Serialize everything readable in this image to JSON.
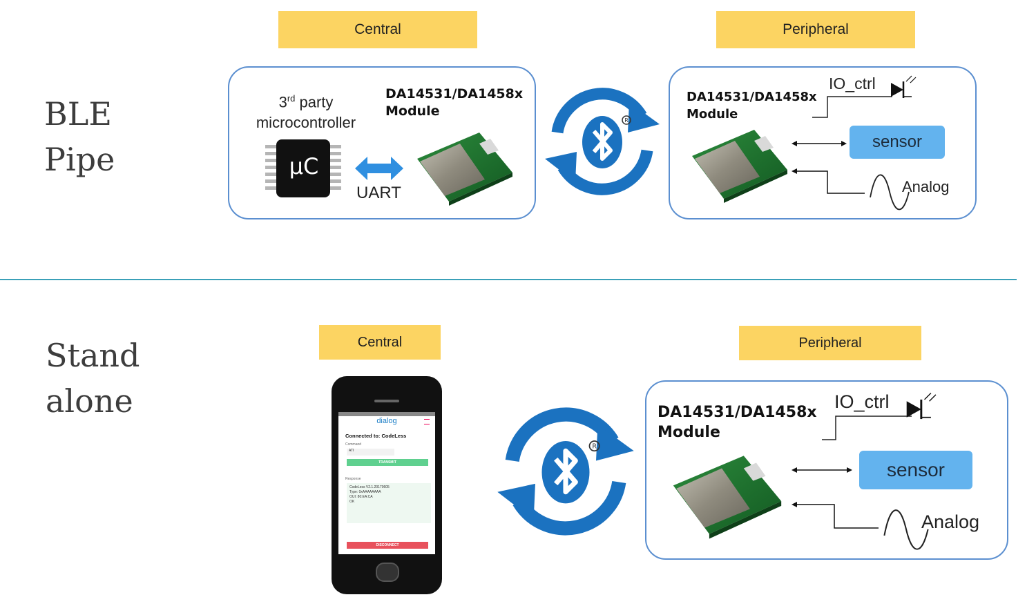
{
  "ble_pipe": {
    "title_line1": "BLE",
    "title_line2": "Pipe",
    "central_tag": "Central",
    "peripheral_tag": "Peripheral",
    "mcu_label_pre": "3",
    "mcu_label_sup": "rd",
    "mcu_label_post": " party",
    "mcu_label_line2": "microcontroller",
    "mcu_chip_text": "µC",
    "uart_label": "UART",
    "central_module_line1": "DA14531/DA1458x",
    "central_module_line2": "Module",
    "peripheral_module_line1": "DA14531/DA1458x",
    "peripheral_module_line2": "Module",
    "io_ctrl": "IO_ctrl",
    "sensor": "sensor",
    "analog": "Analog"
  },
  "standalone": {
    "title_line1": "Stand",
    "title_line2": "alone",
    "central_tag": "Central",
    "peripheral_tag": "Peripheral",
    "module_line1": "DA14531/DA1458x",
    "module_line2": "Module",
    "io_ctrl": "IO_ctrl",
    "sensor": "sensor",
    "analog": "Analog",
    "phone": {
      "brand": "dialog",
      "connected": "Connected to: CodeLess",
      "command_label": "Command",
      "command_value": "ATI",
      "transmit": "TRANSMIT",
      "response_label": "Response",
      "response_lines": [
        "CodeLess V2.1.20170605",
        "Type: 0xAAAAAAAA",
        "OUI: 80:EA:CA",
        "OK"
      ],
      "disconnect": "DISCONNECT"
    }
  },
  "colors": {
    "tag_yellow": "#fcd462",
    "panel_border": "#5b8fd0",
    "bluetooth_blue": "#1b72c0",
    "sensor_blue": "#63b3ee",
    "divider": "#3aa0b8"
  }
}
